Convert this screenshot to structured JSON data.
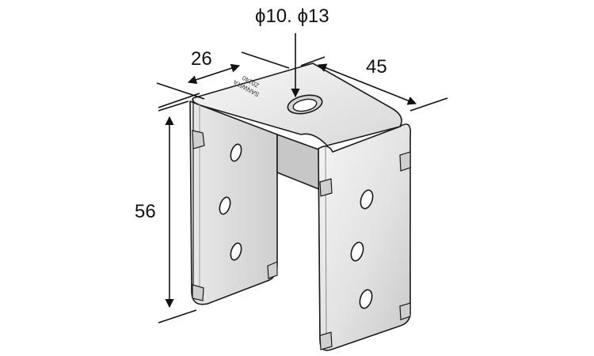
{
  "dimensions": {
    "hole_label": "ϕ10. ϕ13",
    "top_width": "26",
    "depth": "45",
    "height": "56"
  },
  "stamp": {
    "line1": "SANWITA",
    "line2": "Z0140"
  },
  "colors": {
    "metal_light": "#f4f4f4",
    "metal_mid": "#dcdcdc",
    "metal_dark": "#b9b9b9",
    "outline": "#1a1a1a"
  }
}
